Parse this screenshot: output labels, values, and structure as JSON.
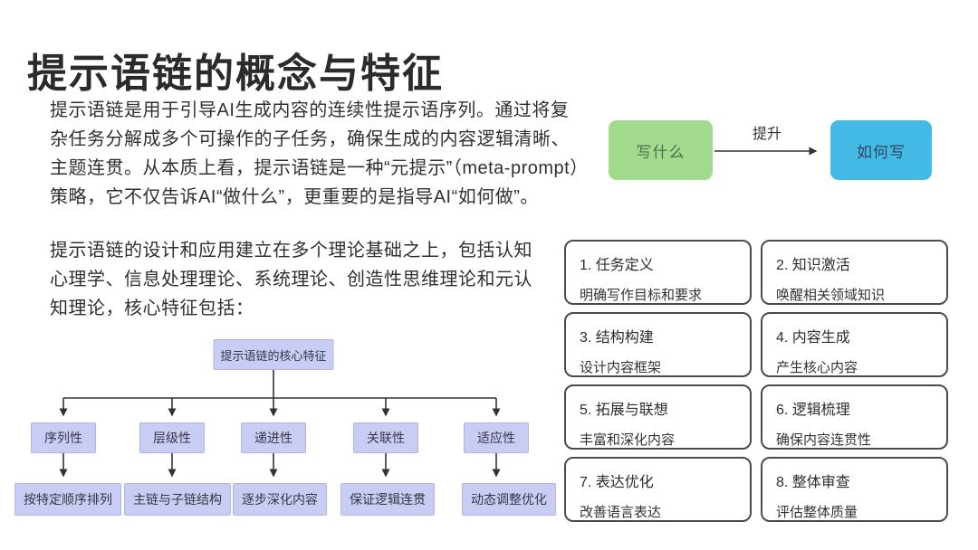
{
  "slide": {
    "title": "提示语链的概念与特征",
    "paragraph1_lines": [
      "提示语链是用于引导AI生成内容的连续性提示语序列。通过将复",
      "杂任务分解成多个可操作的子任务，确保生成的内容逻辑清晰、",
      "主题连贯。从本质上看，提示语链是一种“元提示”（meta-prompt）",
      "策略，它不仅告诉AI“做什么”，更重要的是指导AI“如何做”。"
    ],
    "paragraph2_lines": [
      "提示语链的设计和应用建立在多个理论基础之上，包括认知",
      "心理学、信息处理理论、系统理论、创造性思维理论和元认",
      "知理论，核心特征包括："
    ]
  },
  "flow": {
    "source": "写什么",
    "arrow_label": "提升",
    "target": "如何写"
  },
  "tree": {
    "root": "提示语链的核心特征",
    "branches": [
      {
        "label": "序列性",
        "leaf": "按特定顺序排列"
      },
      {
        "label": "层级性",
        "leaf": "主链与子链结构"
      },
      {
        "label": "递进性",
        "leaf": "逐步深化内容"
      },
      {
        "label": "关联性",
        "leaf": "保证逻辑连贯"
      },
      {
        "label": "适应性",
        "leaf": "动态调整优化"
      }
    ]
  },
  "steps": {
    "cards": [
      {
        "title": "1. 任务定义",
        "subtitle": "明确写作目标和要求"
      },
      {
        "title": "2. 知识激活",
        "subtitle": "唤醒相关领域知识"
      },
      {
        "title": "3. 结构构建",
        "subtitle": "设计内容框架"
      },
      {
        "title": "4. 内容生成",
        "subtitle": "产生核心内容"
      },
      {
        "title": "5. 拓展与联想",
        "subtitle": "丰富和深化内容"
      },
      {
        "title": "6. 逻辑梳理",
        "subtitle": "确保内容连贯性"
      },
      {
        "title": "7. 表达优化",
        "subtitle": "改善语言表达"
      },
      {
        "title": "8. 整体审查",
        "subtitle": "评估整体质量"
      }
    ]
  },
  "colors": {
    "flow_source_bg": "#a3db8e",
    "flow_target_bg": "#43b9e6",
    "tree_box_bg": "#c9cdf3",
    "card_border": "#4b4b4b",
    "connector": "#333333"
  }
}
